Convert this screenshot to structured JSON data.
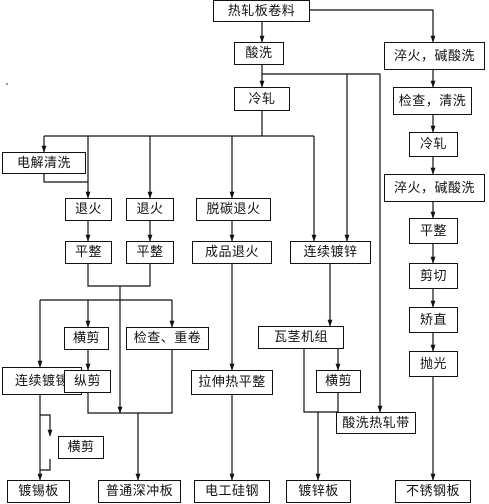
{
  "nodes": {
    "hot_rolled_coil": "热轧板卷料",
    "pickling": "酸洗",
    "cold_rolling": "冷轧",
    "electrolytic_cleaning": "电解清洗",
    "anneal_1": "退火",
    "anneal_2": "退火",
    "decarb_anneal": "脱碳退火",
    "continuous_galvanizing": "连续镀锌",
    "temper_1": "平整",
    "temper_2": "平整",
    "finished_anneal": "成品退火",
    "cross_cut_1": "横剪",
    "inspect_recoil": "检查、重卷",
    "swiss_line": "瓦茎机组",
    "continuous_tinning": "连续镀锡",
    "slitting": "纵剪",
    "stretch_flatten": "拉伸热平整",
    "cross_cut_3": "横剪",
    "cross_cut_2": "横剪",
    "pickled_hot_strip": "酸洗热轧带",
    "tinplate": "镀锡板",
    "deep_draw_sheet": "普通深冲板",
    "silicon_steel": "电工硅钢",
    "galvanized_sheet": "镀锌板",
    "ss_quench_pickle_1": "淬火，碱酸洗",
    "ss_inspect_clean": "检查，清洗",
    "ss_cold_rolling": "冷轧",
    "ss_quench_pickle_2": "淬火，碱酸洗",
    "ss_temper": "平整",
    "ss_shear": "剪切",
    "ss_straighten": "矫直",
    "ss_polish": "抛光",
    "stainless_sheet": "不锈钢板"
  },
  "colors": {
    "ink": "#111111",
    "background": "#ffffff"
  }
}
